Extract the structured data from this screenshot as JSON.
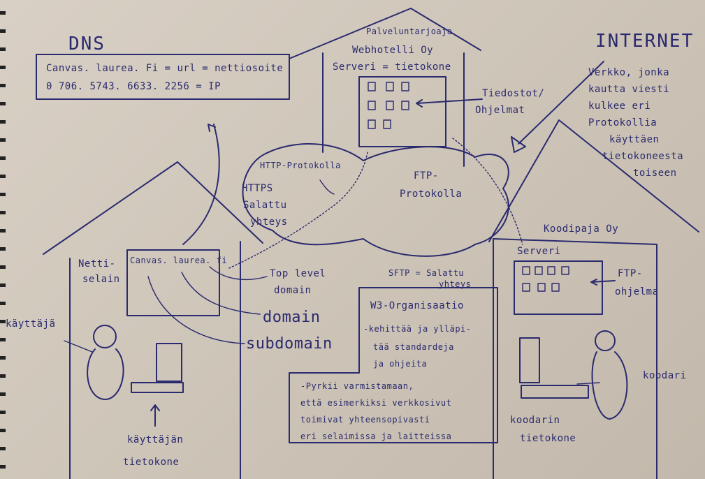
{
  "dns": {
    "heading": "DNS",
    "line1": "Canvas. laurea. Fi = url = nettiosoite",
    "line2": "0 706. 5743. 6633. 2256 = IP"
  },
  "provider_house": {
    "title": "Palveluntarjoaja",
    "name": "Webhotelli Oy",
    "server": "Serveri = tietokone",
    "files_label_1": "Tiedostot/",
    "files_label_2": "Ohjelmat"
  },
  "internet": {
    "heading": "INTERNET",
    "lines": [
      "Verkko, jonka",
      "kautta viesti",
      "kulkee eri",
      "Protokollia",
      "käyttäen",
      "tietokoneesta",
      "toiseen"
    ]
  },
  "cloud": {
    "http": "HTTP-Protokolla",
    "https_1": "HTTPS",
    "https_2": "Salattu",
    "https_3": "yhteys",
    "ftp_1": "FTP-",
    "ftp_2": "Protokolla",
    "sftp_1": "SFTP = Salattu",
    "sftp_2": "yhteys"
  },
  "user_house": {
    "browser_1": "Netti-",
    "browser_2": "selain",
    "url": "Canvas. laurea. fi",
    "user": "käyttäjä",
    "computer_1": "käyttäjän",
    "computer_2": "tietokone",
    "top_level_1": "Top level",
    "top_level_2": "domain",
    "domain": "domain",
    "subdomain": "subdomain"
  },
  "coder_house": {
    "name": "Koodipaja Oy",
    "server": "Serveri",
    "ftp_program_1": "FTP-",
    "ftp_program_2": "ohjelma",
    "coder": "koodari",
    "computer_1": "koodarin",
    "computer_2": "tietokone"
  },
  "w3": {
    "title": "W3-Organisaatio",
    "b1_1": "-kehittää ja ylläpi-",
    "b1_2": "tää standardeja",
    "b1_3": "ja ohjeita",
    "b2_1": "-Pyrkii varmistamaan,",
    "b2_2": "että esimerkiksi verkkosivut",
    "b2_3": "toimivat yhteensopivasti",
    "b2_4": "eri selaimissa ja laitteissa"
  }
}
